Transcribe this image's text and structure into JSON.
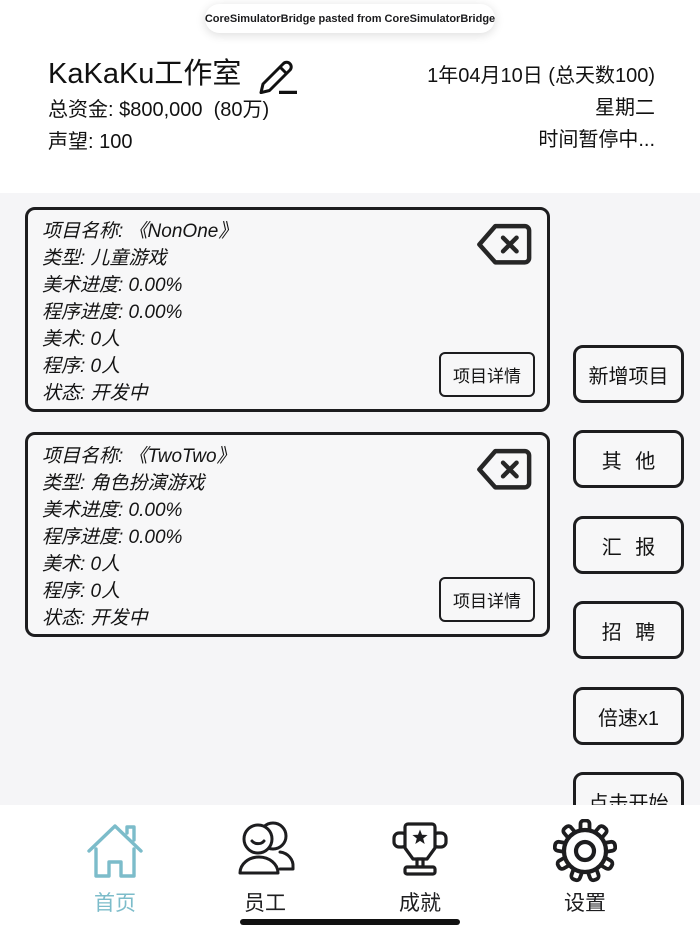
{
  "colors": {
    "accent_teal": "#7cbcca",
    "ink": "#1d1d1f",
    "content_background": "#f5f5f7",
    "card_background": "#f7f7f8"
  },
  "banner": {
    "text": "CoreSimulatorBridge pasted from CoreSimulatorBridge"
  },
  "header": {
    "studio_name": "KaKaKu工作室",
    "edit_icon": "pencil-icon",
    "funds": "总资金: $800,000  (80万)",
    "reputation": "声望: 100",
    "date": "1年04月10日 (总天数100)",
    "weekday": "星期二",
    "time_status": "时间暂停中..."
  },
  "projects": [
    {
      "name": "项目名称: 《NonOne》",
      "type": "类型: 儿童游戏",
      "art_progress": "美术进度: 0.00%",
      "program_progress": "程序进度: 0.00%",
      "art_staff": "美术: 0人",
      "program_staff": "程序: 0人",
      "status": "状态: 开发中",
      "delete_icon": "backspace-delete-icon",
      "details_button": "项目详情"
    },
    {
      "name": "项目名称: 《TwoTwo》",
      "type": "类型: 角色扮演游戏",
      "art_progress": "美术进度: 0.00%",
      "program_progress": "程序进度: 0.00%",
      "art_staff": "美术: 0人",
      "program_staff": "程序: 0人",
      "status": "状态: 开发中",
      "delete_icon": "backspace-delete-icon",
      "details_button": "项目详情"
    }
  ],
  "action_buttons": {
    "new_project": "新增项目",
    "other": "其 他",
    "report": "汇 报",
    "recruit": "招 聘",
    "speed": "倍速x1",
    "start": "点击开始"
  },
  "tabbar": {
    "items": [
      {
        "label": "首页",
        "icon": "home-icon",
        "active": true
      },
      {
        "label": "员工",
        "icon": "people-icon",
        "active": false
      },
      {
        "label": "成就",
        "icon": "trophy-icon",
        "active": false
      },
      {
        "label": "设置",
        "icon": "gear-icon",
        "active": false
      }
    ]
  }
}
